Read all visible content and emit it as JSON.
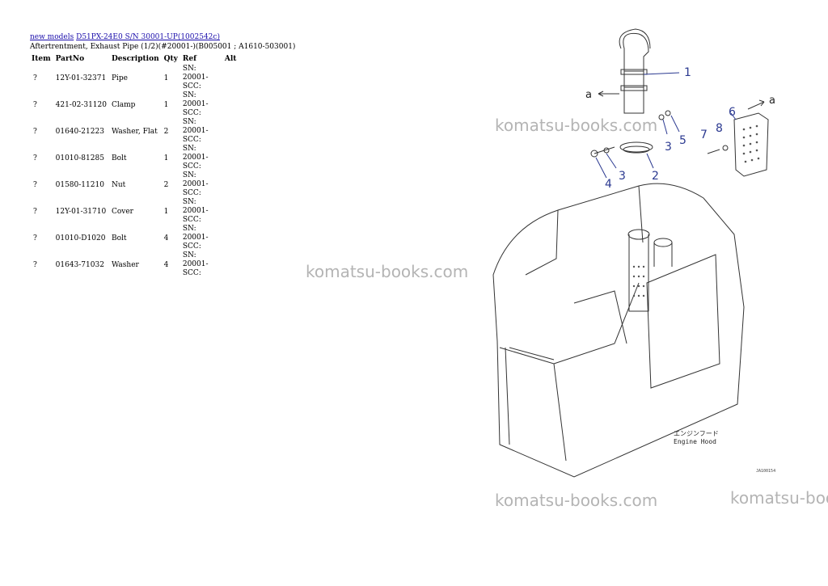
{
  "breadcrumb": {
    "link1": "new models",
    "link2": "D51PX-24E0 S/N 30001-UP(1002542c)"
  },
  "subtitle": "Aftertrentment, Exhaust Pipe (1/2)(#20001-)(B005001 ; A1610-503001)",
  "table": {
    "headers": [
      "Item",
      "PartNo",
      "Description",
      "Qty",
      "Ref",
      "Alt"
    ],
    "rows": [
      {
        "item": "?",
        "part": "12Y-01-32371",
        "desc": "Pipe",
        "qty": "1",
        "ref": "SN: 20001-SCC:",
        "alt": ""
      },
      {
        "item": "?",
        "part": "421-02-31120",
        "desc": "Clamp",
        "qty": "1",
        "ref": "SN: 20001-SCC:",
        "alt": ""
      },
      {
        "item": "?",
        "part": "01640-21223",
        "desc": "Washer, Flat",
        "qty": "2",
        "ref": "SN: 20001-SCC:",
        "alt": ""
      },
      {
        "item": "?",
        "part": "01010-81285",
        "desc": "Bolt",
        "qty": "1",
        "ref": "SN: 20001-SCC:",
        "alt": ""
      },
      {
        "item": "?",
        "part": "01580-11210",
        "desc": "Nut",
        "qty": "2",
        "ref": "SN: 20001-SCC:",
        "alt": ""
      },
      {
        "item": "?",
        "part": "12Y-01-31710",
        "desc": "Cover",
        "qty": "1",
        "ref": "SN: 20001-SCC:",
        "alt": ""
      },
      {
        "item": "?",
        "part": "01010-D1020",
        "desc": "Bolt",
        "qty": "4",
        "ref": "SN: 20001-SCC:",
        "alt": ""
      },
      {
        "item": "?",
        "part": "01643-71032",
        "desc": "Washer",
        "qty": "4",
        "ref": "SN: 20001-SCC:",
        "alt": ""
      }
    ]
  },
  "watermark": "komatsu-books.com",
  "diagram": {
    "callouts": [
      "1",
      "2",
      "3",
      "3",
      "4",
      "5",
      "6",
      "7",
      "8"
    ],
    "arrow_label": "a",
    "jp_label": "エンジンフード",
    "en_label": "Engine Hood",
    "code": "JA100154"
  }
}
